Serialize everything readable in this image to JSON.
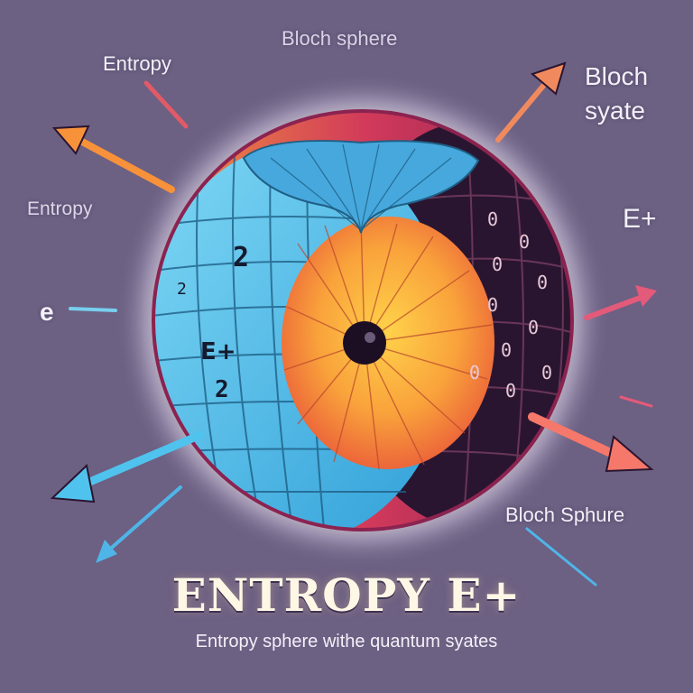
{
  "labels": {
    "top_center": "Bloch sphere",
    "top_left": "Entropy",
    "mid_left": "Entropy",
    "left_e": "e",
    "top_right": "Bloch syate",
    "right_e": "E+",
    "bottom_right": "Bloch Sphure"
  },
  "sphere_marks": {
    "left_glyphs": [
      "2",
      "2",
      "E+",
      "2"
    ],
    "dark_glyph": "0"
  },
  "title": "ENTROPY E+",
  "subtitle": "Entropy sphere withe quantum syates",
  "colors": {
    "background": "#6c6083",
    "cyan": "#4fc3ee",
    "orange": "#f7923a",
    "dark": "#2a1530",
    "rim": "#c8325a",
    "glow": "#f3ecd6"
  }
}
